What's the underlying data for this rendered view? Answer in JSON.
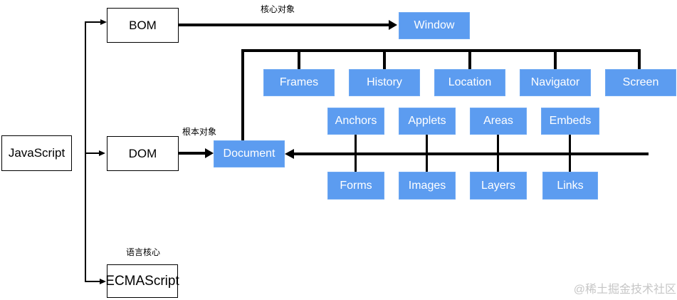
{
  "nodes": {
    "javascript": "JavaScript",
    "bom": "BOM",
    "dom": "DOM",
    "ecmascript": "ECMAScript",
    "window": "Window",
    "document": "Document"
  },
  "window_children": [
    "Frames",
    "History",
    "Location",
    "Navigator",
    "Screen"
  ],
  "document_children_top": [
    "Anchors",
    "Applets",
    "Areas",
    "Embeds"
  ],
  "document_children_bottom": [
    "Forms",
    "Images",
    "Layers",
    "Links"
  ],
  "edge_labels": {
    "bom_to_window": "核心对象",
    "dom_to_document": "根本对象",
    "javascript_to_ecmascript": "语言核心"
  },
  "watermark": "@稀土掘金技术社区",
  "colors": {
    "node_fill": "#5C9CF0",
    "node_border": "#6FA9F2",
    "node_text": "#FFFFFF",
    "line": "#000000",
    "watermark": "#C6C6C6"
  }
}
